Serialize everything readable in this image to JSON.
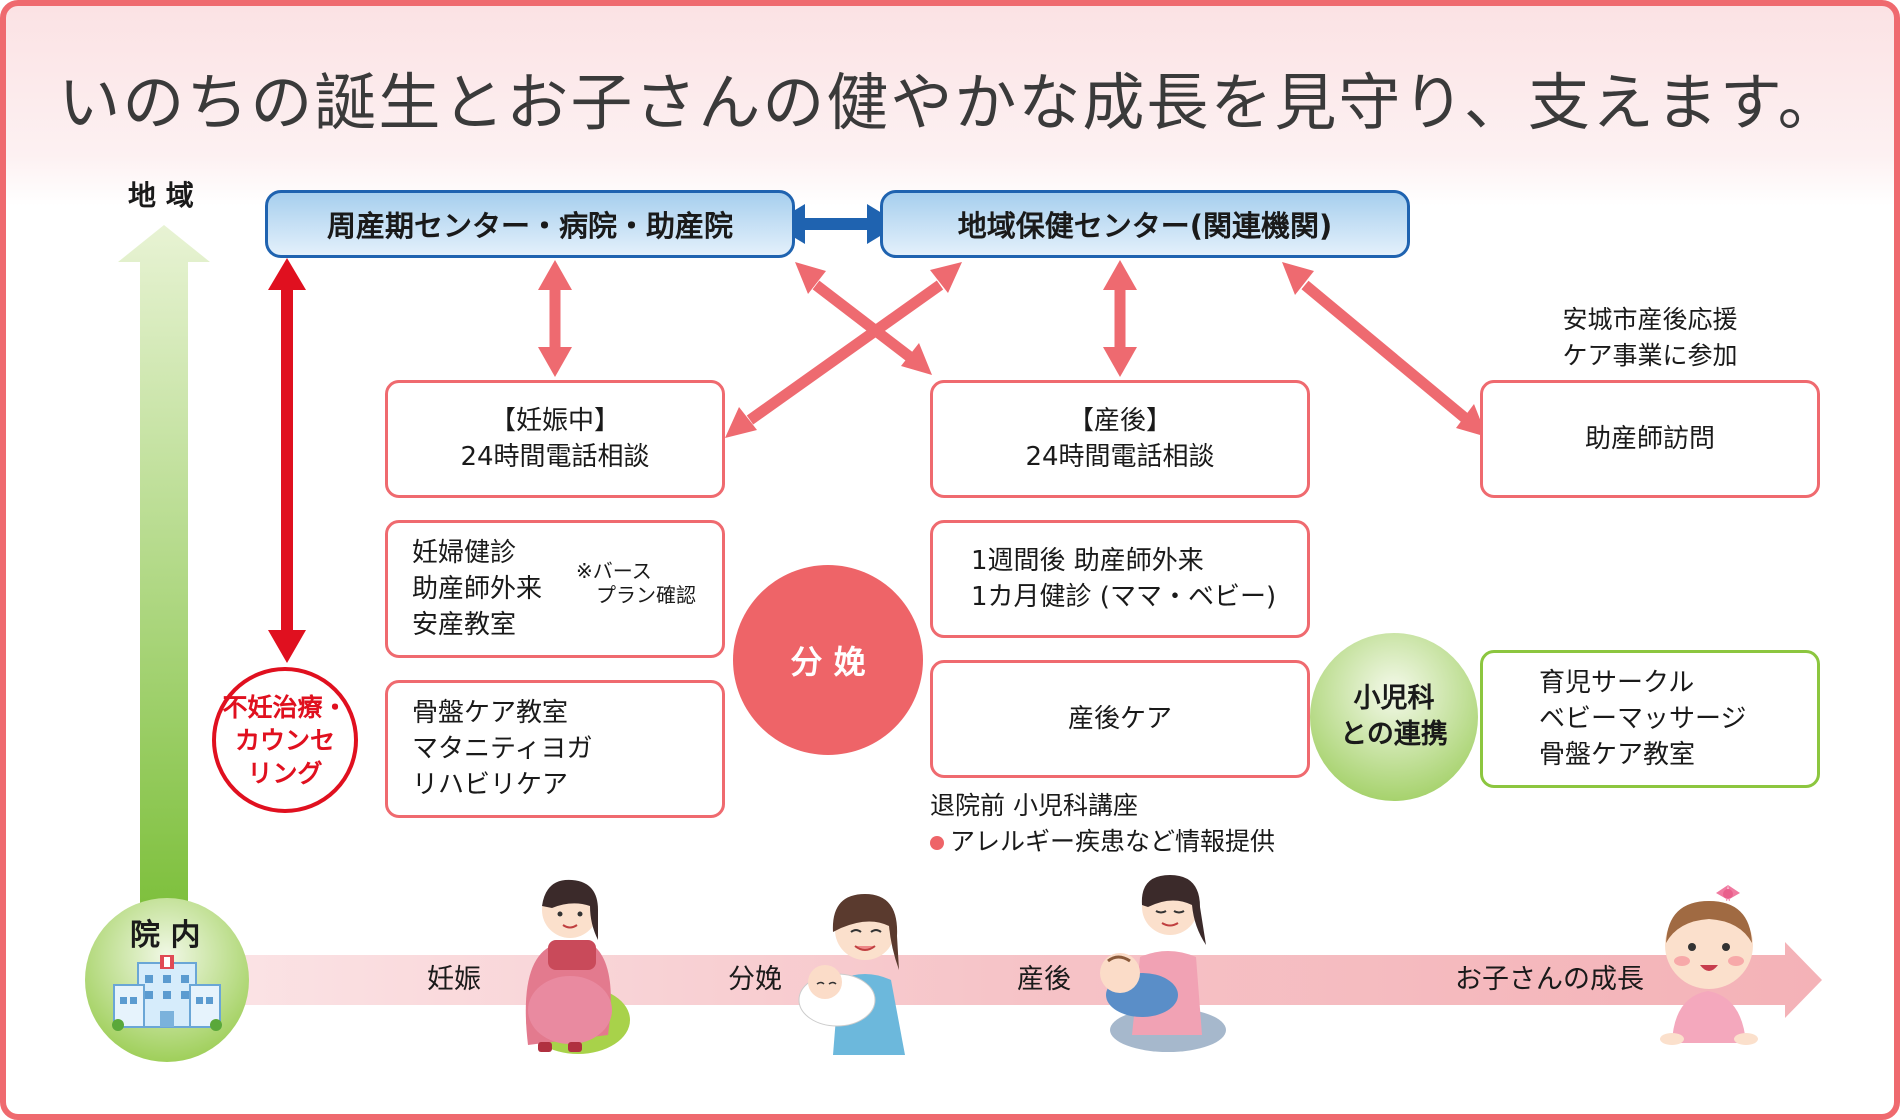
{
  "title": "いのちの誕生とお子さんの健やかな成長を見守り、支えます。",
  "axis": {
    "top_label": "地 域",
    "bottom_label": "院 内"
  },
  "orgs": {
    "hospital": "周産期センター・病院・助産院",
    "community": "地域保健センター(関連機関)"
  },
  "boxes": {
    "pregnancy_phone": {
      "line1": "【妊娠中】",
      "line2": "24時間電話相談"
    },
    "postpartum_phone": {
      "line1": "【産後】",
      "line2": "24時間電話相談"
    },
    "midwife_visit": {
      "label": "助産師訪問",
      "note_line1": "安城市産後応援",
      "note_line2": "ケア事業に参加"
    },
    "prenatal": {
      "items": [
        "妊婦健診",
        "助産師外来",
        "安産教室"
      ],
      "note_line1": "※バース",
      "note_line2": "プラン確認"
    },
    "pelvic": {
      "items": [
        "骨盤ケア教室",
        "マタニティヨガ",
        "リハビリケア"
      ]
    },
    "after_birth": {
      "line1": "1週間後 助産師外来",
      "line2": "1カ月健診 (ママ・ベビー)"
    },
    "postpartum_care": {
      "label": "産後ケア"
    },
    "childcare": {
      "items": [
        "育児サークル",
        "ベビーマッサージ",
        "骨盤ケア教室"
      ]
    }
  },
  "circles": {
    "delivery": "分 娩",
    "infertility": [
      "不妊治療・",
      "カウンセ",
      "リング"
    ],
    "pediatrics": [
      "小児科",
      "との連携"
    ]
  },
  "discharge_note": {
    "line1": "退院前 小児科講座",
    "line2": "アレルギー疾患など情報提供"
  },
  "timeline": {
    "stages": [
      "妊娠",
      "分娩",
      "産後",
      "お子さんの成長"
    ]
  },
  "colors": {
    "border": "#ef6a6f",
    "red_arrow": "#e0101f",
    "blue": "#1f63b0",
    "green": "#8cc63f",
    "circle_red": "#ee6468"
  }
}
